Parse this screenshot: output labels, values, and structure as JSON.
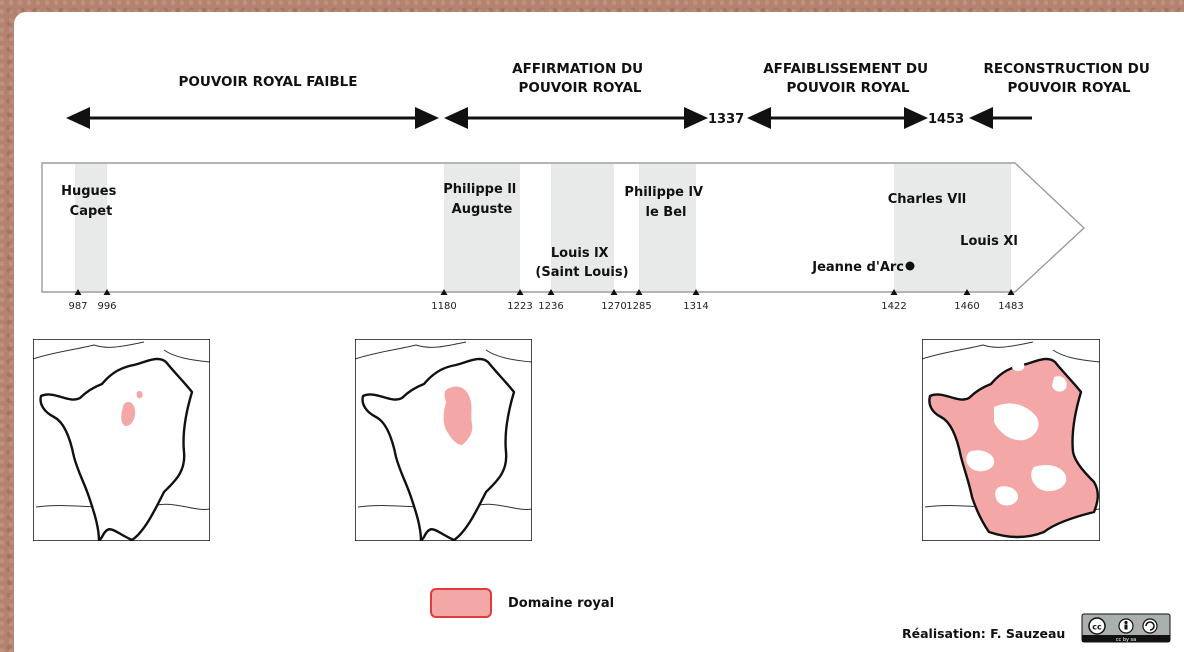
{
  "periods": [
    {
      "lines": [
        "POUVOIR ROYAL FAIBLE"
      ]
    },
    {
      "lines": [
        "AFFIRMATION DU",
        "POUVOIR ROYAL"
      ]
    },
    {
      "lines": [
        "AFFAIBLISSEMENT DU",
        "POUVOIR ROYAL"
      ]
    },
    {
      "lines": [
        "RECONSTRUCTION DU",
        "POUVOIR ROYAL"
      ]
    }
  ],
  "boundary_years": [
    "1337",
    "1453"
  ],
  "kings": [
    {
      "lines": [
        "Hugues",
        "Capet"
      ]
    },
    {
      "lines": [
        "Philippe ll",
        "Auguste"
      ]
    },
    {
      "lines": [
        "Louis lX",
        "(Saint Louis)"
      ]
    },
    {
      "lines": [
        "Philippe lV",
        "le Bel"
      ]
    },
    {
      "lines": [
        "Charles Vll"
      ]
    },
    {
      "lines": [
        "Louis Xl"
      ]
    }
  ],
  "event": {
    "label": "Jeanne d'Arc"
  },
  "ticks": [
    "987",
    "996",
    "1180",
    "1223",
    "1236",
    "1270",
    "1285",
    "1314",
    "1422",
    "1460",
    "1483"
  ],
  "maps": [
    {
      "period": "987",
      "domain_fraction": 0.02
    },
    {
      "period": "1180",
      "domain_fraction": 0.07
    },
    {
      "period": "1483",
      "domain_fraction": 0.55
    }
  ],
  "legend": {
    "label": "Domaine royal"
  },
  "credit": {
    "text": "Réalisation: F. Sauzeau"
  },
  "license_badge": {
    "text": "cc by sa"
  },
  "colors": {
    "domain_fill": "#f4a7a7",
    "domain_stroke": "#e03c3c",
    "reign_band": "#e8eaea",
    "ink": "#111111"
  }
}
